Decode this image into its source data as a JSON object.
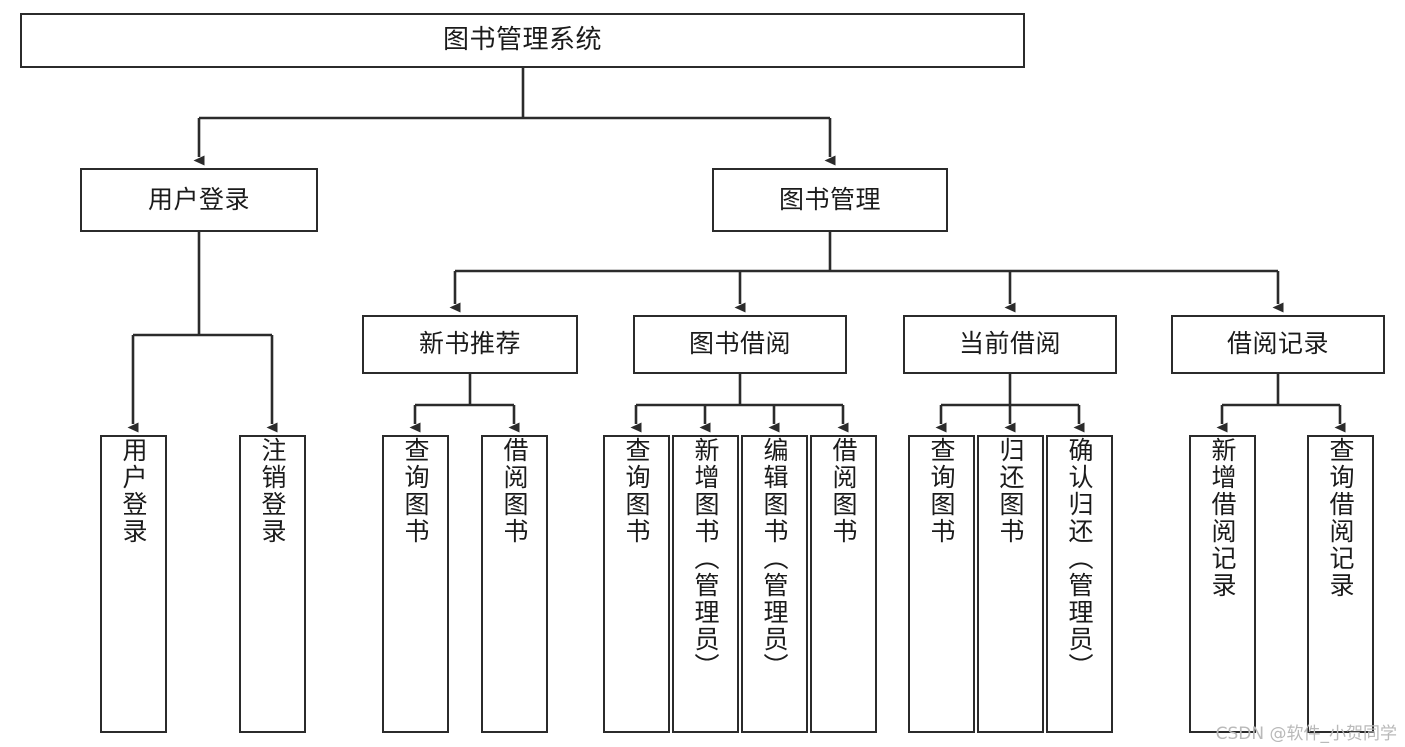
{
  "diagram": {
    "title": "图书管理系统",
    "type": "tree",
    "watermark": "CSDN @软件_小贺同学",
    "colors": {
      "border": "#2b2b2b",
      "background": "#ffffff",
      "text": "#1b1b1b",
      "edge": "#2b2b2b",
      "watermark": "#b9b9b9"
    },
    "root": {
      "label": "图书管理系统"
    },
    "level2": [
      {
        "label": "用户登录"
      },
      {
        "label": "图书管理"
      }
    ],
    "level3": [
      {
        "label": "新书推荐"
      },
      {
        "label": "图书借阅"
      },
      {
        "label": "当前借阅"
      },
      {
        "label": "借阅记录"
      }
    ],
    "leaves": {
      "user_login": [
        {
          "label": "用户登录"
        },
        {
          "label": "注销登录"
        }
      ],
      "new_book_recommend": [
        {
          "label": "查询图书"
        },
        {
          "label": "借阅图书"
        }
      ],
      "book_borrow": [
        {
          "label": "查询图书"
        },
        {
          "label": "新增图书（管理员）"
        },
        {
          "label": "编辑图书（管理员）"
        },
        {
          "label": "借阅图书"
        }
      ],
      "current_borrow": [
        {
          "label": "查询图书"
        },
        {
          "label": "归还图书"
        },
        {
          "label": "确认归还（管理员）"
        }
      ],
      "borrow_record": [
        {
          "label": "新增借阅记录"
        },
        {
          "label": "查询借阅记录"
        }
      ]
    }
  },
  "chart_data": {
    "type": "table",
    "title": "图书管理系统",
    "nodes": [
      {
        "id": "root",
        "label": "图书管理系统",
        "level": 1,
        "parent": null
      },
      {
        "id": "user-login",
        "label": "用户登录",
        "level": 2,
        "parent": "root"
      },
      {
        "id": "book-manage",
        "label": "图书管理",
        "level": 2,
        "parent": "root"
      },
      {
        "id": "user-login-leaf-1",
        "label": "用户登录",
        "level": 3,
        "parent": "user-login"
      },
      {
        "id": "user-login-leaf-2",
        "label": "注销登录",
        "level": 3,
        "parent": "user-login"
      },
      {
        "id": "new-book",
        "label": "新书推荐",
        "level": 3,
        "parent": "book-manage"
      },
      {
        "id": "book-borrow",
        "label": "图书借阅",
        "level": 3,
        "parent": "book-manage"
      },
      {
        "id": "current-borrow",
        "label": "当前借阅",
        "level": 3,
        "parent": "book-manage"
      },
      {
        "id": "borrow-record",
        "label": "借阅记录",
        "level": 3,
        "parent": "book-manage"
      },
      {
        "id": "new-book-leaf-1",
        "label": "查询图书",
        "level": 4,
        "parent": "new-book"
      },
      {
        "id": "new-book-leaf-2",
        "label": "借阅图书",
        "level": 4,
        "parent": "new-book"
      },
      {
        "id": "book-borrow-leaf-1",
        "label": "查询图书",
        "level": 4,
        "parent": "book-borrow"
      },
      {
        "id": "book-borrow-leaf-2",
        "label": "新增图书（管理员）",
        "level": 4,
        "parent": "book-borrow"
      },
      {
        "id": "book-borrow-leaf-3",
        "label": "编辑图书（管理员）",
        "level": 4,
        "parent": "book-borrow"
      },
      {
        "id": "book-borrow-leaf-4",
        "label": "借阅图书",
        "level": 4,
        "parent": "book-borrow"
      },
      {
        "id": "current-borrow-leaf-1",
        "label": "查询图书",
        "level": 4,
        "parent": "current-borrow"
      },
      {
        "id": "current-borrow-leaf-2",
        "label": "归还图书",
        "level": 4,
        "parent": "current-borrow"
      },
      {
        "id": "current-borrow-leaf-3",
        "label": "确认归还（管理员）",
        "level": 4,
        "parent": "current-borrow"
      },
      {
        "id": "borrow-record-leaf-1",
        "label": "新增借阅记录",
        "level": 4,
        "parent": "borrow-record"
      },
      {
        "id": "borrow-record-leaf-2",
        "label": "查询借阅记录",
        "level": 4,
        "parent": "borrow-record"
      }
    ]
  }
}
